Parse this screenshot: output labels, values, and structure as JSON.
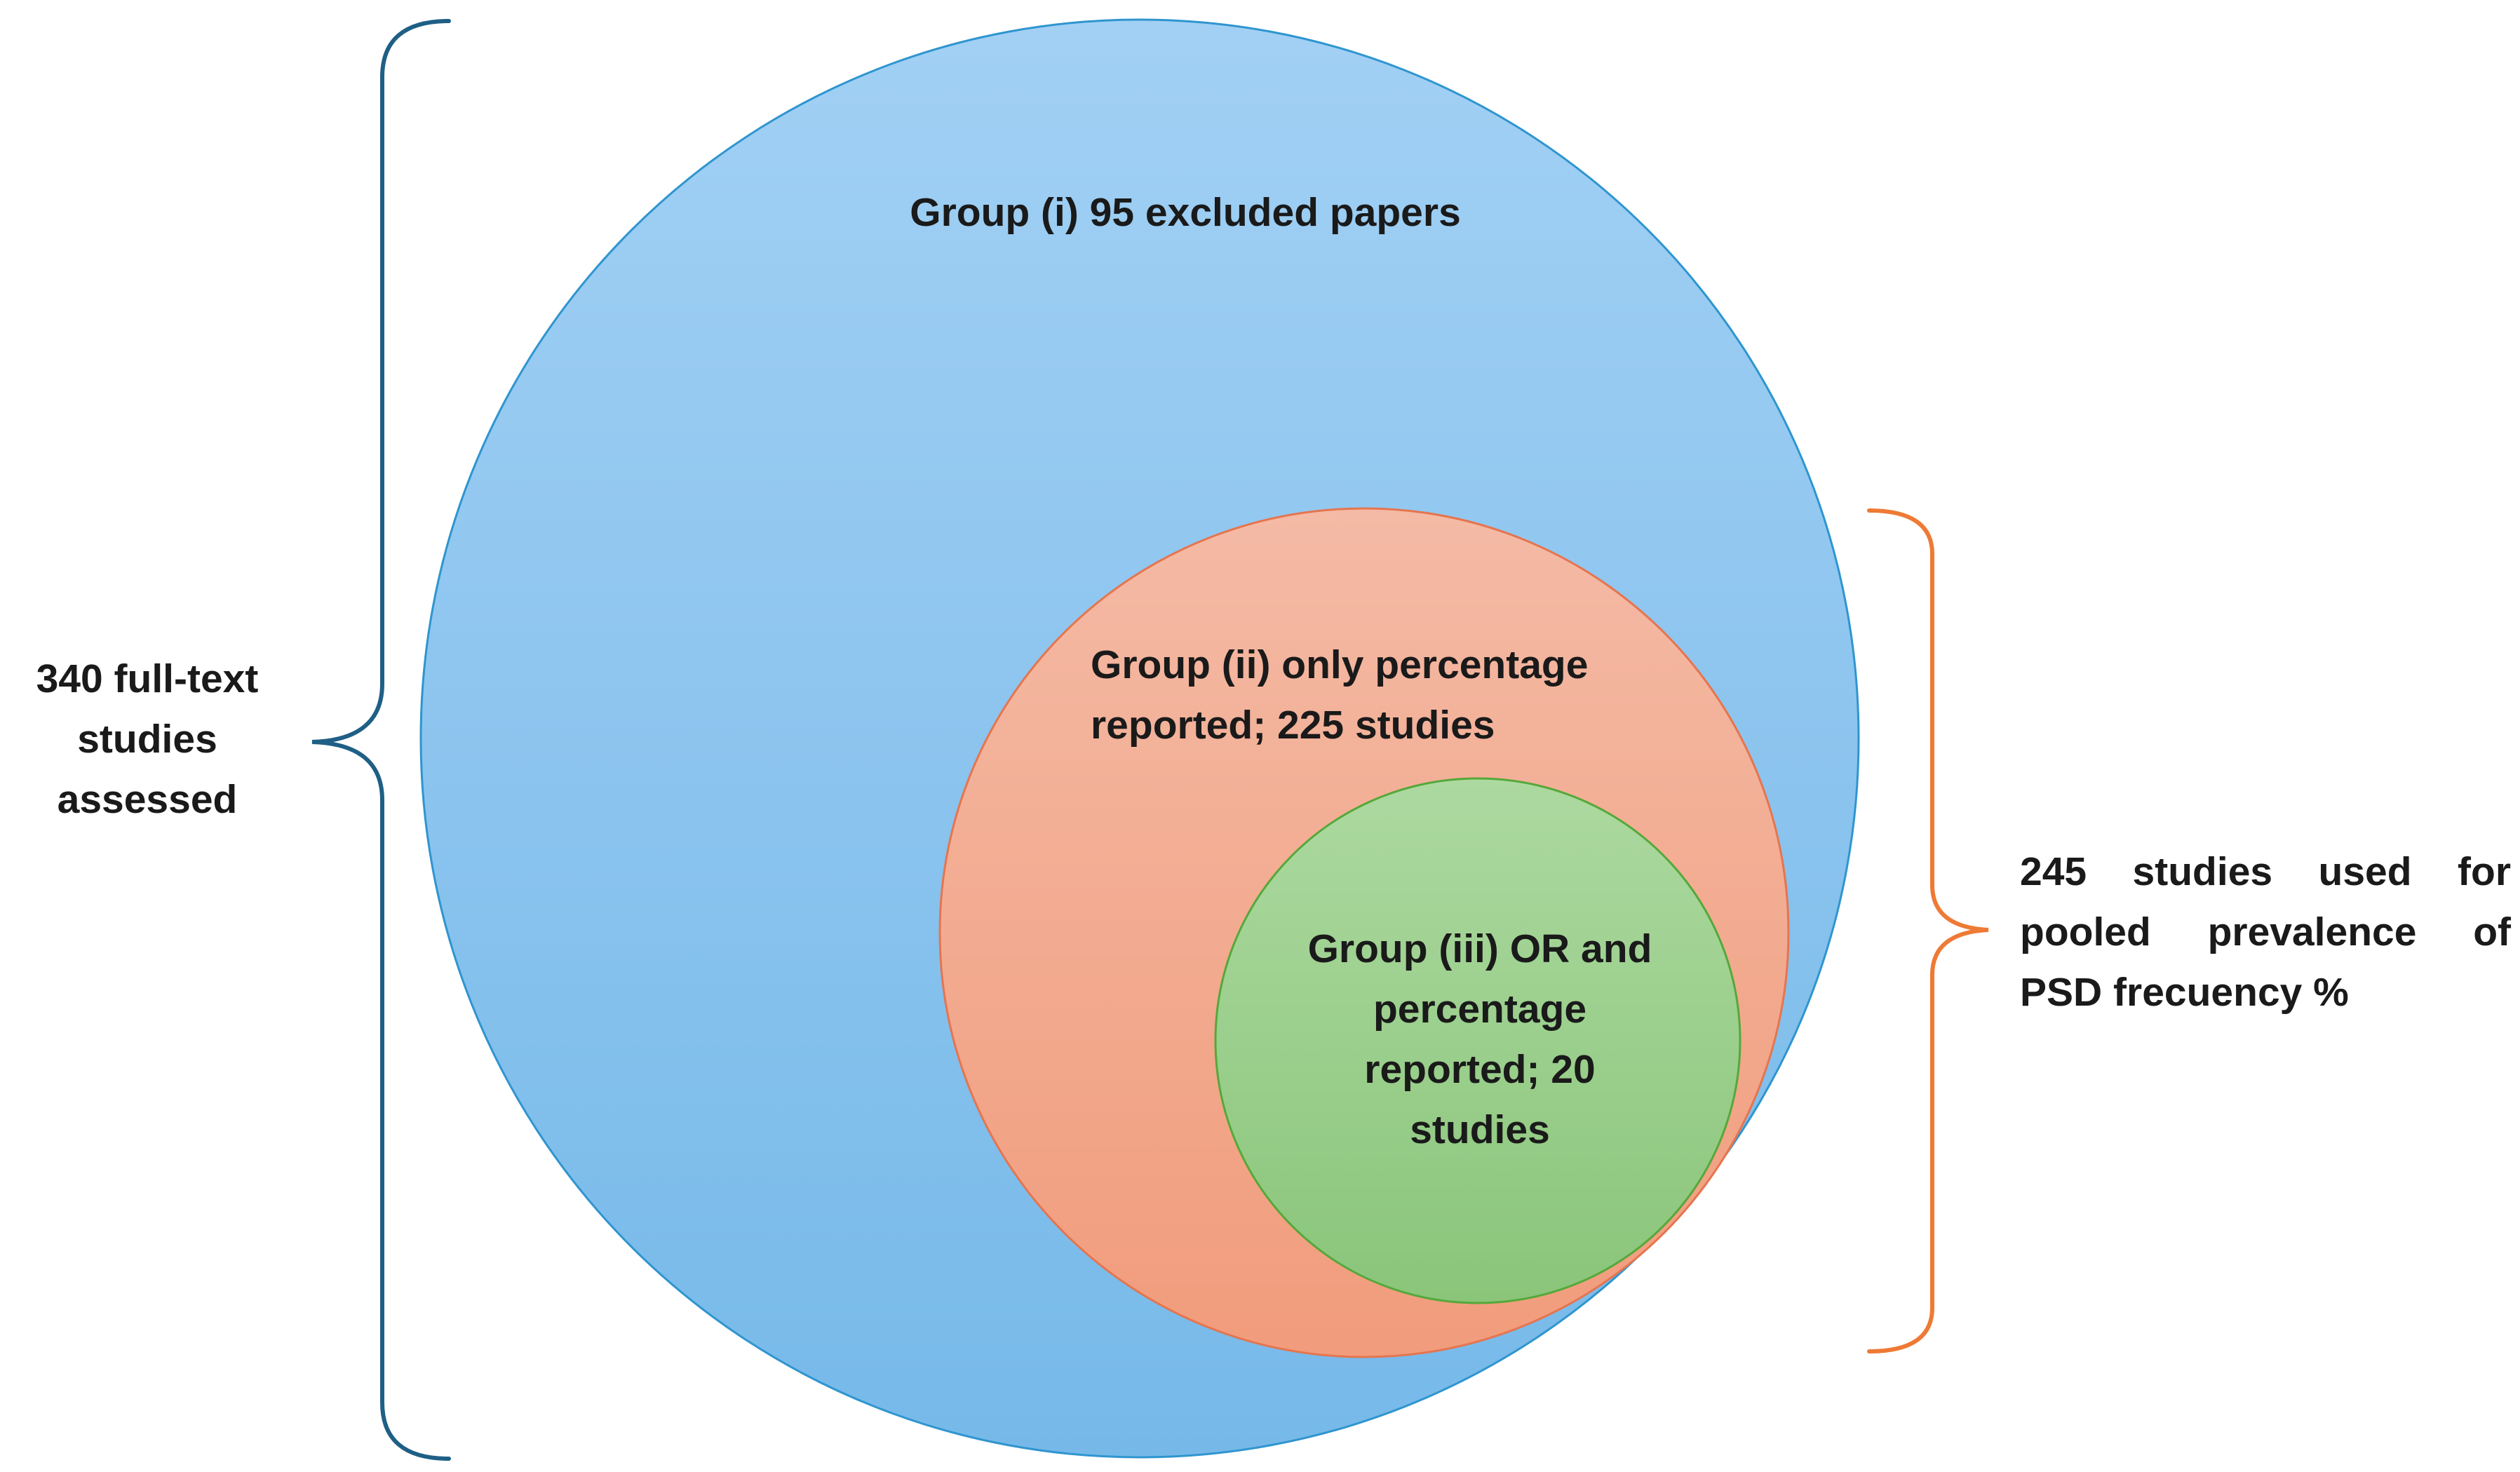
{
  "groups": {
    "group_i": {
      "lines": [
        "Group (i) 95 excluded papers"
      ],
      "color": "#8ec0ea",
      "border": "#2f95cf"
    },
    "group_ii": {
      "lines": [
        "Group (ii) only percentage",
        "reported; 225 studies"
      ],
      "color": "#f2ac92",
      "border": "#e5754f"
    },
    "group_iii": {
      "lines": [
        "Group (iii) OR and",
        "percentage",
        "reported; 20",
        "studies"
      ],
      "color": "#9dce8c",
      "border": "#55a83a"
    }
  },
  "braces": {
    "total": {
      "lines": [
        "340 full-text",
        "studies",
        "assessed"
      ],
      "color": "#1f5f86"
    },
    "pooled": {
      "lines": [
        "245 studies used for",
        "pooled prevalence of",
        "PSD frecuency %"
      ],
      "color": "#ee7a35"
    }
  }
}
